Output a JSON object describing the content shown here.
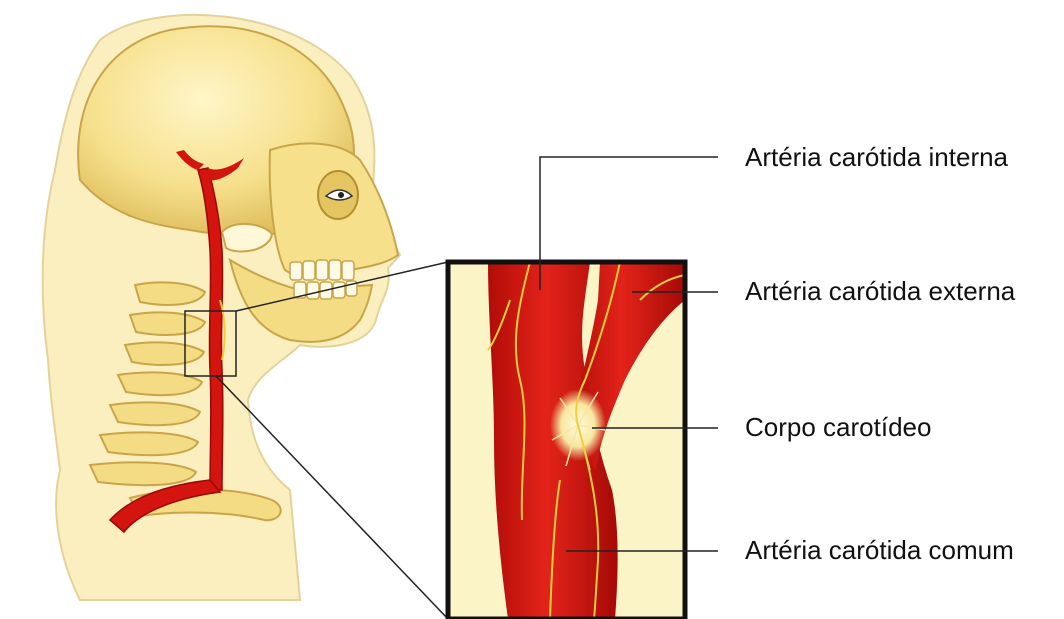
{
  "labels": {
    "internal_carotid": "Artéria carótida interna",
    "external_carotid": "Artéria carótida externa",
    "carotid_body": "Corpo carotídeo",
    "common_carotid": "Artéria carótida comum"
  },
  "colors": {
    "skin": "#fbefc0",
    "bone": "#f3dc84",
    "bone_shadow": "#d9b64c",
    "artery": "#d4140e",
    "artery_dark": "#9a0a06",
    "nerve": "#f2cd3a",
    "inset_bg": "#fbf4c6"
  }
}
